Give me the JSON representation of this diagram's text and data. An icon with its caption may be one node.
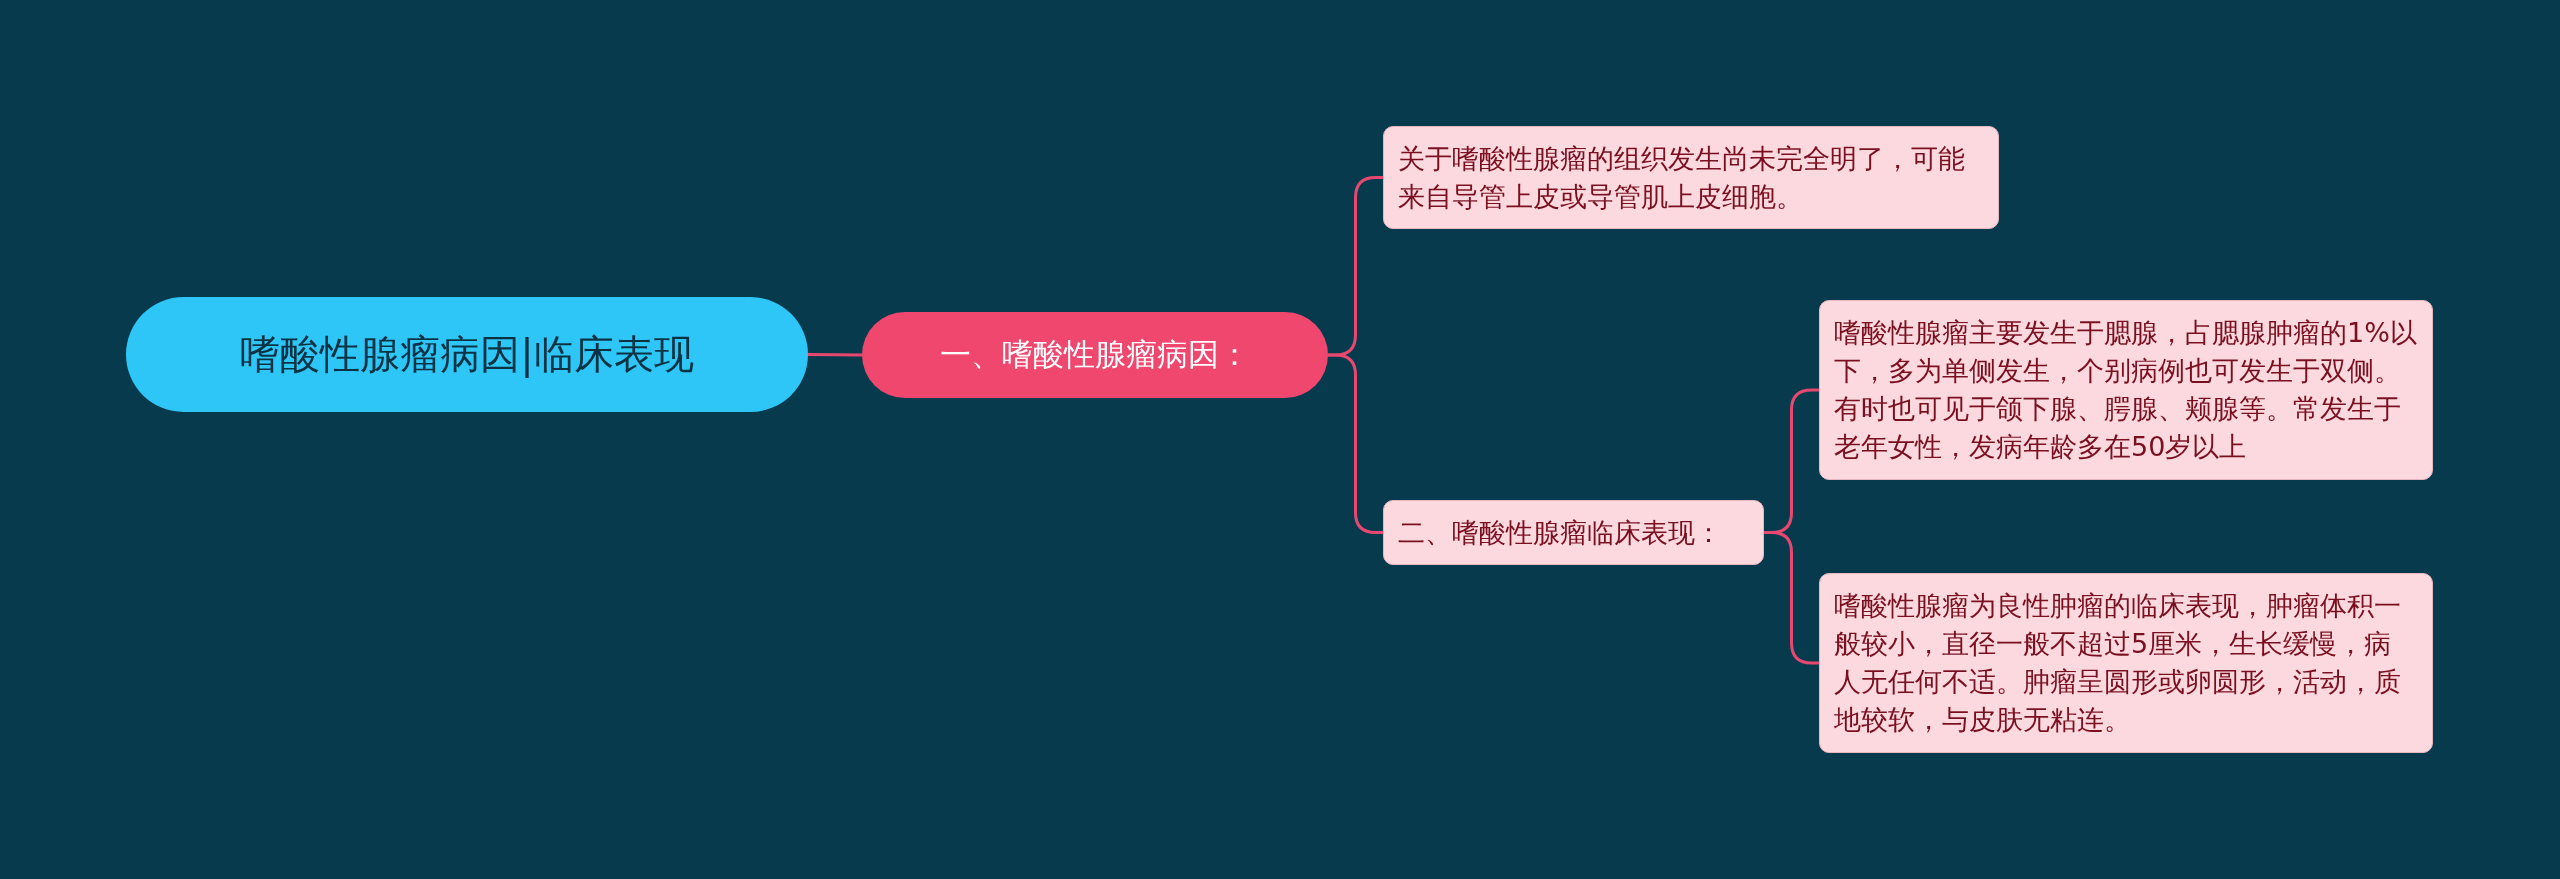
{
  "diagram": {
    "nodes": [
      {
        "text": [
          "嗜酸性腺瘤病因|临床表现"
        ]
      },
      {
        "text": [
          "一、嗜酸性腺瘤病因："
        ]
      },
      {
        "text": [
          "关于嗜酸性腺瘤的组织发生尚未完全明了，可能来自导管上皮或导管肌上皮细胞。"
        ]
      },
      {
        "text": [
          "二、嗜酸性腺瘤临床表现："
        ]
      },
      {
        "text": [
          "嗜酸性腺瘤主要发生于腮腺，占腮腺肿瘤的1%以下，多为单侧发生，个别病例也可发生于双侧。有时也可见于颌下腺、腭腺、颊腺等。常发生于老年女性，发病年龄多在50岁以上"
        ]
      },
      {
        "text": [
          "嗜酸性腺瘤为良性肿瘤的临床表现，肿瘤体积一般较小，直径一般不超过5厘米，生长缓慢，病人无任何不适。肿瘤呈圆形或卵圆形，活动，质地较软，与皮肤无粘连。"
        ]
      }
    ],
    "edges": [
      {
        "from": 0,
        "to": 1,
        "arrow": "none"
      },
      {
        "from": 1,
        "to": 2,
        "arrow": "none"
      },
      {
        "from": 1,
        "to": 3,
        "arrow": "none"
      },
      {
        "from": 3,
        "to": 4,
        "arrow": "none"
      },
      {
        "from": 3,
        "to": 5,
        "arrow": "none"
      }
    ]
  }
}
